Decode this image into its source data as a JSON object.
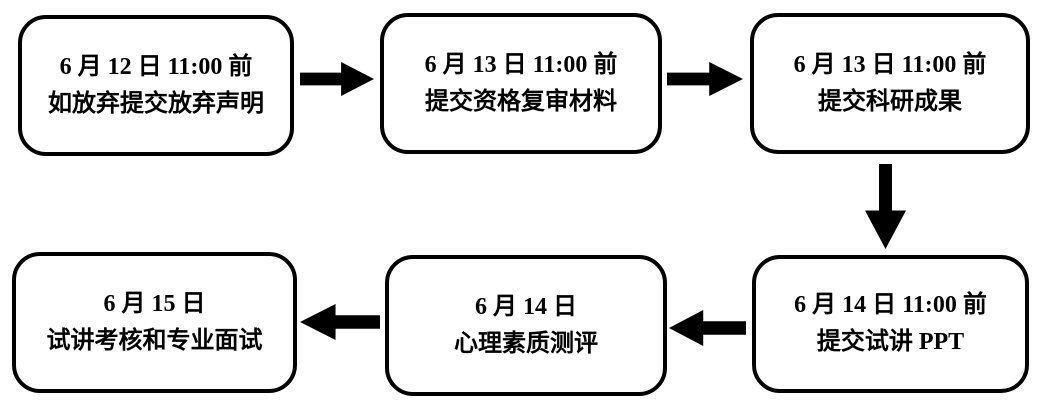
{
  "flowchart": {
    "title": "interview-process-flowchart",
    "background_color": "#ffffff",
    "line_color": "#000000",
    "nodes": [
      {
        "id": "step1",
        "line1": "6 月 12 日 11:00 前",
        "line2": "如放弃提交放弃声明"
      },
      {
        "id": "step2",
        "line1": "6 月 13 日 11:00 前",
        "line2": "提交资格复审材料"
      },
      {
        "id": "step3",
        "line1": "6 月 13 日 11:00 前",
        "line2": "提交科研成果"
      },
      {
        "id": "step4",
        "line1": "6 月 14 日 11:00 前",
        "line2": "提交试讲 PPT"
      },
      {
        "id": "step5",
        "line1": "6 月 14 日",
        "line2": "心理素质测评"
      },
      {
        "id": "step6",
        "line1": "6 月 15 日",
        "line2": "试讲考核和专业面试"
      }
    ],
    "arrows": [
      {
        "from": "step1",
        "to": "step2",
        "direction": "right"
      },
      {
        "from": "step2",
        "to": "step3",
        "direction": "right"
      },
      {
        "from": "step3",
        "to": "step4",
        "direction": "down"
      },
      {
        "from": "step4",
        "to": "step5",
        "direction": "left"
      },
      {
        "from": "step5",
        "to": "step6",
        "direction": "left"
      }
    ]
  }
}
